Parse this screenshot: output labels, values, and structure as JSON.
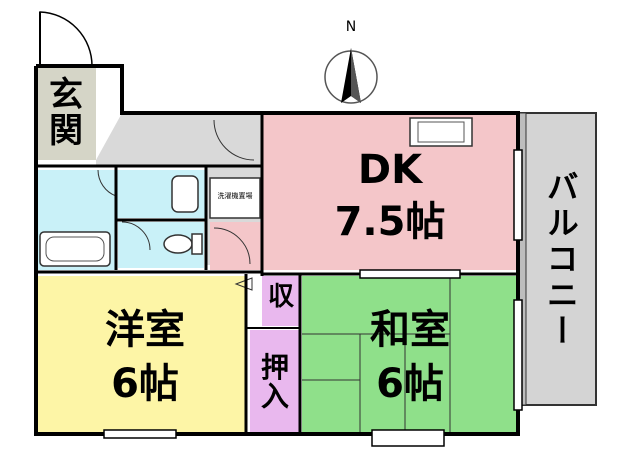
{
  "compass": {
    "north_label": "N"
  },
  "rooms": {
    "genkan": {
      "label": "玄関"
    },
    "dk": {
      "name": "DK",
      "size": "7.5帖",
      "color": "#f4c6c9"
    },
    "youshitsu": {
      "name": "洋室",
      "size": "6帖",
      "color": "#fdf5a6"
    },
    "washitsu": {
      "name": "和室",
      "size": "6帖",
      "color": "#8fe08a"
    },
    "shuunou": {
      "label": "収",
      "color": "#e9b8ee"
    },
    "oshiire": {
      "label": "押入",
      "color": "#e9b8ee"
    },
    "balcony": {
      "label": "バルコニー",
      "color": "#d4d4d4"
    },
    "washer": {
      "label": "洗濯機置場"
    }
  },
  "colors": {
    "bath": "#c9f1f8",
    "hall": "#d9d9d9",
    "wall": "#000000"
  }
}
